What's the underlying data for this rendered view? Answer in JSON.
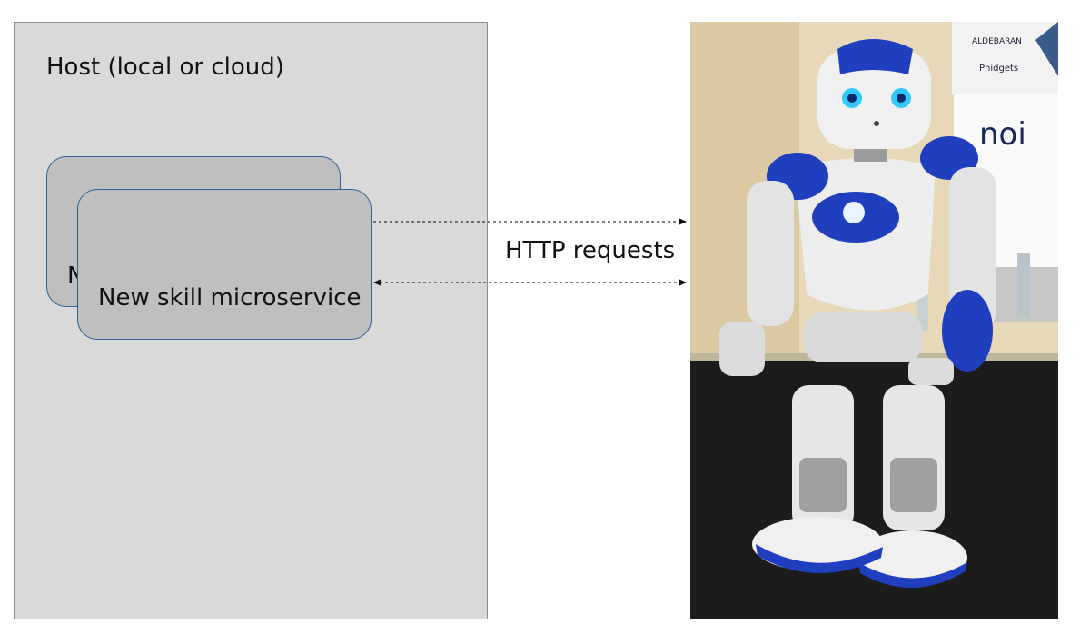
{
  "host": {
    "title": "Host (local or cloud)"
  },
  "services": {
    "back_label": "New skill microservice",
    "front_label": "New skill microservice"
  },
  "connection": {
    "label": "HTTP requests"
  },
  "photo": {
    "description_icon": "humanoid-robot-photo",
    "posters": {
      "brand1": "ALDEBARAN",
      "brand2": "Phidgets",
      "brand3": "noi"
    }
  },
  "colors": {
    "host_fill": "#d9d9d9",
    "service_fill": "#bfbfbf",
    "service_border": "#2e5f9e",
    "robot_blue": "#1f3fbf"
  }
}
